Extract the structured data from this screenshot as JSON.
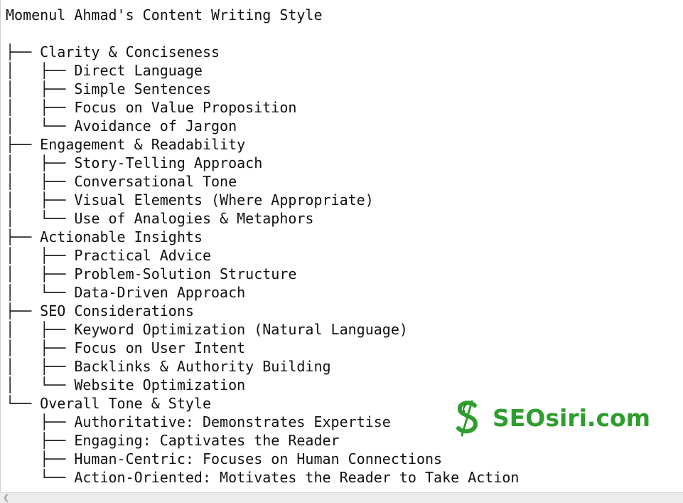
{
  "document": {
    "title": "Momenul Ahmad's Content Writing Style",
    "lines": [
      {
        "prefix": "├── ",
        "text": "Clarity & Conciseness"
      },
      {
        "prefix": "│   ├── ",
        "text": "Direct Language"
      },
      {
        "prefix": "│   ├── ",
        "text": "Simple Sentences"
      },
      {
        "prefix": "│   ├── ",
        "text": "Focus on Value Proposition"
      },
      {
        "prefix": "│   └── ",
        "text": "Avoidance of Jargon"
      },
      {
        "prefix": "├── ",
        "text": "Engagement & Readability"
      },
      {
        "prefix": "│   ├── ",
        "text": "Story-Telling Approach"
      },
      {
        "prefix": "│   ├── ",
        "text": "Conversational Tone"
      },
      {
        "prefix": "│   ├── ",
        "text": "Visual Elements (Where Appropriate)"
      },
      {
        "prefix": "│   └── ",
        "text": "Use of Analogies & Metaphors"
      },
      {
        "prefix": "├── ",
        "text": "Actionable Insights"
      },
      {
        "prefix": "│   ├── ",
        "text": "Practical Advice"
      },
      {
        "prefix": "│   ├── ",
        "text": "Problem-Solution Structure"
      },
      {
        "prefix": "│   └── ",
        "text": "Data-Driven Approach"
      },
      {
        "prefix": "├── ",
        "text": "SEO Considerations"
      },
      {
        "prefix": "│   ├── ",
        "text": "Keyword Optimization (Natural Language)"
      },
      {
        "prefix": "│   ├── ",
        "text": "Focus on User Intent"
      },
      {
        "prefix": "│   ├── ",
        "text": "Backlinks & Authority Building"
      },
      {
        "prefix": "│   └── ",
        "text": "Website Optimization"
      },
      {
        "prefix": "└── ",
        "text": "Overall Tone & Style"
      },
      {
        "prefix": "    ├── ",
        "text": "Authoritative: Demonstrates Expertise"
      },
      {
        "prefix": "    ├── ",
        "text": "Engaging: Captivates the Reader"
      },
      {
        "prefix": "    ├── ",
        "text": "Human-Centric: Focuses on Human Connections"
      },
      {
        "prefix": "    └── ",
        "text": "Action-Oriented: Motivates the Reader to Take Action"
      }
    ]
  },
  "watermark": {
    "text": "SEOsiri.com",
    "logo_icon": "dollar-s-logo-icon",
    "color": "#2e9e2e"
  },
  "scrollbar": {
    "arrow_icon": "chevron-left-icon"
  }
}
